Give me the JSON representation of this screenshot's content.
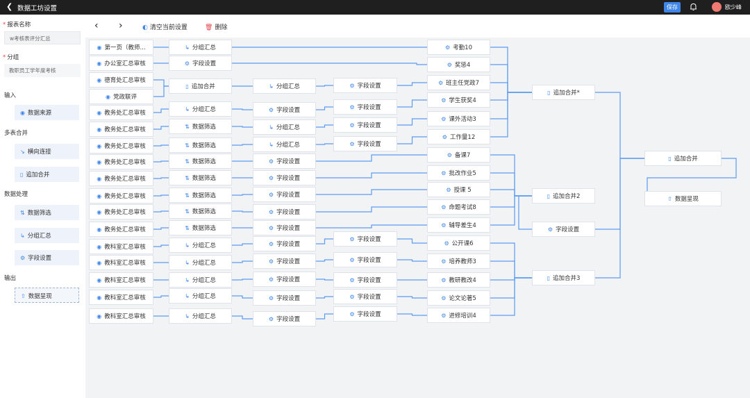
{
  "topbar": {
    "back_icon": "chevron-left-icon",
    "title": "数据工坊设置",
    "save_label": "保存",
    "username": "欧少峰"
  },
  "toolbar": {
    "prev": "‹",
    "next": "›",
    "clear_label": "清空当前设置",
    "delete_label": "删除"
  },
  "sidebar": {
    "report_name_label": "报表名称",
    "report_name_value": "w考核表评分汇总",
    "group_label": "分组",
    "group_value": "教职员工学年度考核",
    "sections": [
      {
        "title": "输入",
        "items": [
          {
            "label": "数据来源",
            "icon": "database-icon"
          }
        ]
      },
      {
        "title": "多表合并",
        "items": [
          {
            "label": "横向连接",
            "icon": "link-icon"
          },
          {
            "label": "追加合并",
            "icon": "append-icon"
          }
        ]
      },
      {
        "title": "数据处理",
        "items": [
          {
            "label": "数据筛选",
            "icon": "filter-icon"
          },
          {
            "label": "分组汇总",
            "icon": "group-icon"
          },
          {
            "label": "字段设置",
            "icon": "gear-icon"
          }
        ]
      },
      {
        "title": "输出",
        "items": [
          {
            "label": "数据呈现",
            "icon": "export-icon"
          }
        ]
      }
    ]
  },
  "flow": {
    "col1": [
      "第一页（教师...",
      "办公室汇总审核",
      "德育处汇总审核",
      "党政联评",
      "教务处汇总审核",
      "教务处汇总审核",
      "教务处汇总审核",
      "教务处汇总审核",
      "教务处汇总审核",
      "教务处汇总审核",
      "教务处汇总审核",
      "教务处汇总审核",
      "教科室汇总审核",
      "教科室汇总审核",
      "教科室汇总审核",
      "教科室汇总审核",
      "教科室汇总审核"
    ],
    "col2": [
      "分组汇总",
      "字段设置",
      "追加合并",
      "分组汇总",
      "数据筛选",
      "数据筛选",
      "数据筛选",
      "数据筛选",
      "数据筛选",
      "数据筛选",
      "数据筛选",
      "分组汇总",
      "分组汇总",
      "分组汇总",
      "分组汇总",
      "分组汇总"
    ],
    "col3": [
      "分组汇总",
      "字段设置",
      "分组汇总",
      "分组汇总",
      "字段设置",
      "字段设置",
      "字段设置",
      "字段设置",
      "字段设置",
      "字段设置",
      "字段设置",
      "字段设置",
      "字段设置",
      "字段设置"
    ],
    "col4": [
      "字段设置",
      "字段设置",
      "字段设置",
      "字段设置",
      "字段设置",
      "字段设置",
      "字段设置",
      "字段设置",
      "字段设置"
    ],
    "col5": [
      "考勤10",
      "奖惩4",
      "班主任党政7",
      "学生获奖4",
      "课外活动3",
      "工作量12",
      "备课7",
      "批改作业5",
      "授课 5",
      "命题考试8",
      "辅导差生4",
      "公开课6",
      "培养教师3",
      "教研教改4",
      "论文论著5",
      "进修培训4"
    ],
    "col6": [
      "追加合并*",
      "追加合并2",
      "字段设置",
      "追加合并3"
    ],
    "col7": [
      "追加合并",
      "数据呈现"
    ]
  }
}
